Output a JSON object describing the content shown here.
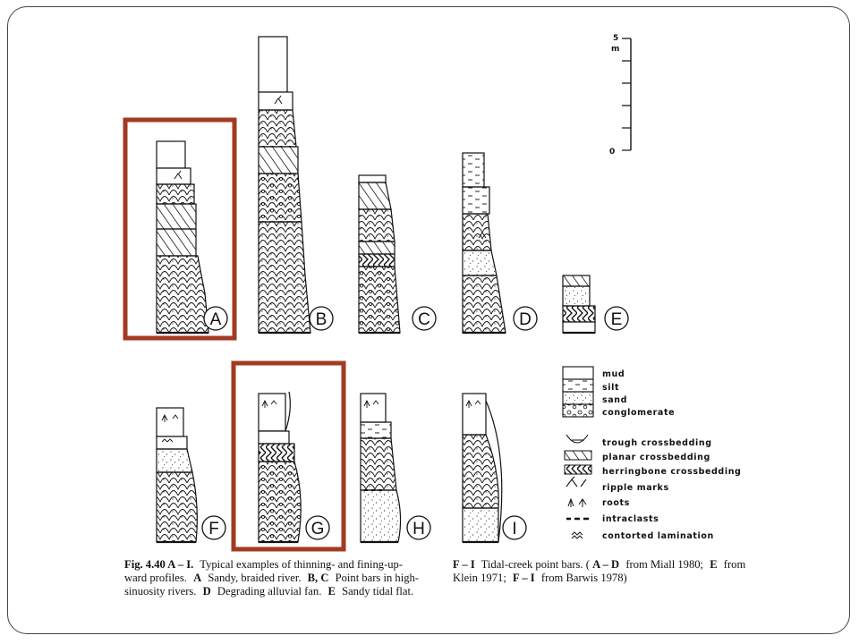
{
  "columns": [
    {
      "id": "A",
      "label": "A"
    },
    {
      "id": "B",
      "label": "B"
    },
    {
      "id": "C",
      "label": "C"
    },
    {
      "id": "D",
      "label": "D"
    },
    {
      "id": "E",
      "label": "E"
    },
    {
      "id": "F",
      "label": "F"
    },
    {
      "id": "G",
      "label": "G"
    },
    {
      "id": "H",
      "label": "H"
    },
    {
      "id": "I",
      "label": "I"
    }
  ],
  "scale": {
    "top": "5",
    "unit": "m",
    "bottom": "0"
  },
  "legend": [
    {
      "key": "mud",
      "label": "mud"
    },
    {
      "key": "silt",
      "label": "silt"
    },
    {
      "key": "sand",
      "label": "sand"
    },
    {
      "key": "conglomerate",
      "label": "conglomerate"
    },
    {
      "key": "trough",
      "label": "trough crossbedding"
    },
    {
      "key": "planar",
      "label": "planar crossbedding"
    },
    {
      "key": "herringbone",
      "label": "herringbone crossbedding"
    },
    {
      "key": "ripple",
      "label": "ripple marks"
    },
    {
      "key": "roots",
      "label": "roots"
    },
    {
      "key": "intraclasts",
      "label": "intraclasts"
    },
    {
      "key": "contorted",
      "label": "contorted lamination"
    }
  ],
  "caption": {
    "left_line1_bold": "Fig. 4.40 A – I.",
    "left_line1": "Typical examples of thinning- and fining-up-",
    "left_line2_a": "ward profiles.",
    "left_line2_b1": "A",
    "left_line2_c": "Sandy, braided river.",
    "left_line2_b2": "B, C",
    "left_line2_d": "Point bars in high-",
    "left_line3_a": "sinuosity rivers.",
    "left_line3_b1": "D",
    "left_line3_c": "Degrading alluvial fan.",
    "left_line3_b2": "E",
    "left_line3_d": "Sandy tidal flat.",
    "right_line1_b1": "F – I",
    "right_line1_a": "Tidal-creek point bars. (",
    "right_line1_b2": "A – D",
    "right_line1_c": "from Miall 1980;",
    "right_line1_b3": "E",
    "right_line1_d": "from",
    "right_line2_a": "Klein 1971;",
    "right_line2_b1": "F – I",
    "right_line2_c": "from Barwis 1978)"
  },
  "highlight_color": "#a23a22"
}
